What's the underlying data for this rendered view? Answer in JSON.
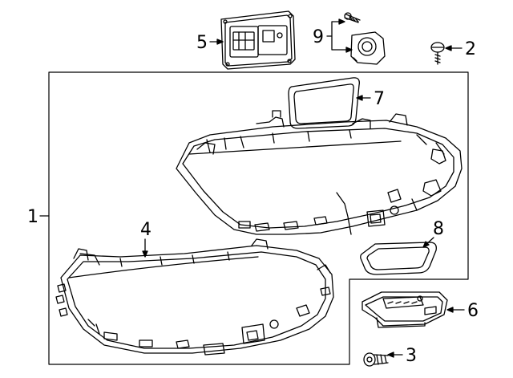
{
  "diagram": {
    "callouts": [
      {
        "id": "1",
        "label": "1"
      },
      {
        "id": "2",
        "label": "2"
      },
      {
        "id": "3",
        "label": "3"
      },
      {
        "id": "4",
        "label": "4"
      },
      {
        "id": "5",
        "label": "5"
      },
      {
        "id": "6",
        "label": "6"
      },
      {
        "id": "7",
        "label": "7"
      },
      {
        "id": "8",
        "label": "8"
      },
      {
        "id": "9",
        "label": "9"
      }
    ]
  },
  "colors": {
    "line": "#000000",
    "background": "#ffffff"
  }
}
